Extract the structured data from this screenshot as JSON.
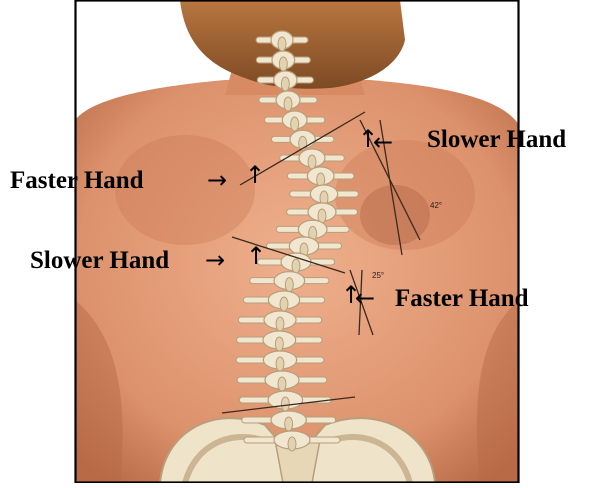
{
  "annotations": {
    "slower_top": "Slower Hand",
    "faster_top": "Faster Hand",
    "slower_mid": "Slower Hand",
    "faster_mid": "Faster Hand"
  },
  "arrows": {
    "up": "↑",
    "left": "←",
    "right": "→"
  },
  "angles": {
    "upper": "42°",
    "lower": "25°"
  },
  "colors": {
    "skin": "#e7a07d",
    "skin_shadow": "#c9754f",
    "hair": "#9b5f2f",
    "bone": "#f1e6cf",
    "bone_shadow": "#b89e7a",
    "frame": "#000000"
  }
}
